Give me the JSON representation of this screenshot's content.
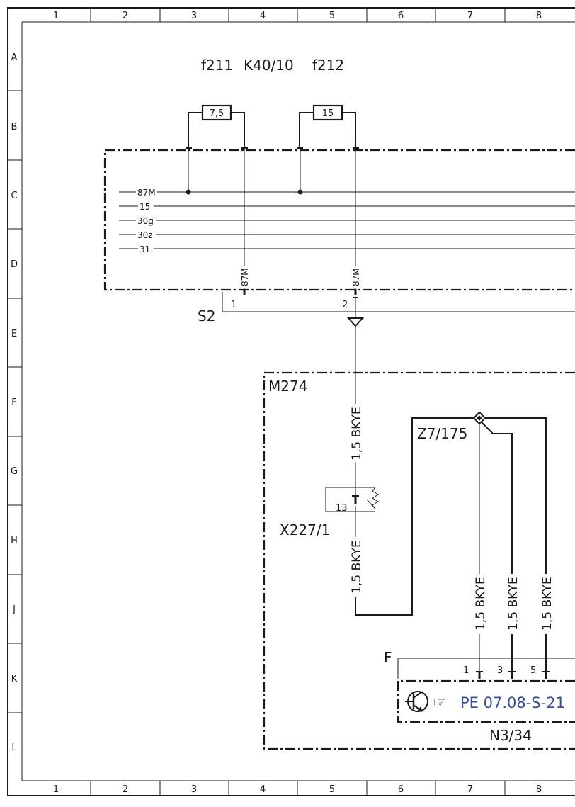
{
  "grid": {
    "columns": [
      "1",
      "2",
      "3",
      "4",
      "5",
      "6",
      "7",
      "8"
    ],
    "rows": [
      "A",
      "B",
      "C",
      "D",
      "E",
      "F",
      "G",
      "H",
      "J",
      "K",
      "L"
    ]
  },
  "fuse_box": {
    "fuse_left_id": "f211",
    "relay_id": "K40/10",
    "fuse_right_id": "f212",
    "fuse_left_rating": "7,5",
    "fuse_right_rating": "15",
    "bus_lines": [
      "87M",
      "15",
      "30g",
      "30z",
      "31"
    ],
    "terminal_left": "87M",
    "terminal_right": "87M"
  },
  "connector_s2": {
    "id": "S2",
    "pin_1": "1",
    "pin_2": "2"
  },
  "engine": {
    "id": "M274"
  },
  "splice": {
    "id": "Z7/175"
  },
  "connector_x227": {
    "id": "X227/1",
    "pin": "13"
  },
  "wires": {
    "w1": "1,5 BKYE",
    "w2": "1,5 BKYE",
    "w3": "1,5 BKYE",
    "w4": "1,5 BKYE",
    "w5": "1,5 BKYE"
  },
  "control_unit": {
    "id": "N3/34",
    "connector": "F",
    "pin_1": "1",
    "pin_3": "3",
    "pin_5": "5",
    "reference": "PE 07.08-S-21",
    "pointer_glyph": "☞"
  }
}
